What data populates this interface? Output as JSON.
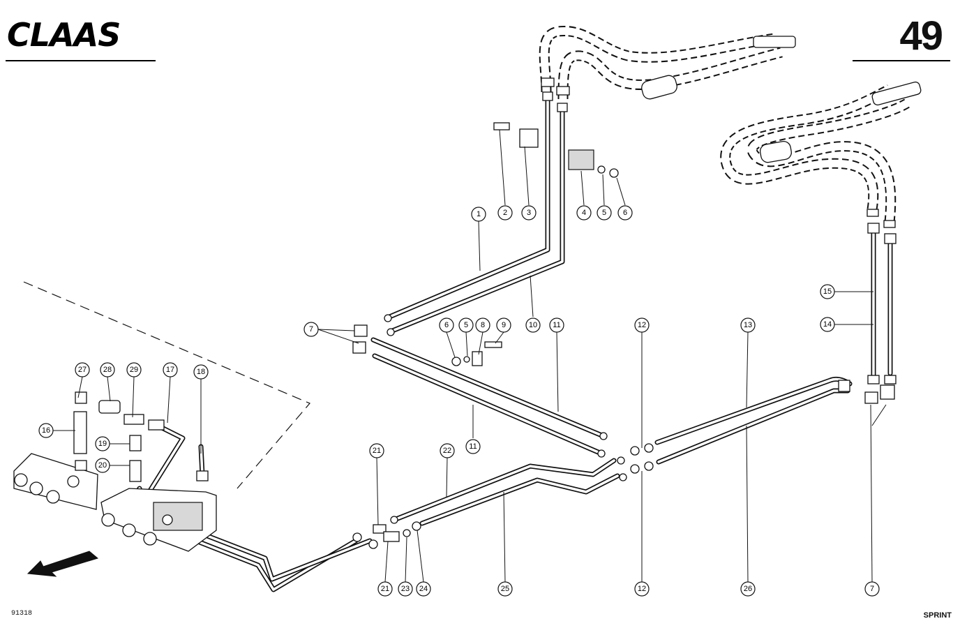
{
  "header": {
    "brand": "CLAAS",
    "page_number": "49"
  },
  "footer": {
    "drawing_number": "91318",
    "model": "SPRINT"
  },
  "callouts": [
    {
      "label": "1"
    },
    {
      "label": "2"
    },
    {
      "label": "3"
    },
    {
      "label": "4"
    },
    {
      "label": "5"
    },
    {
      "label": "6"
    },
    {
      "label": "7"
    },
    {
      "label": "6"
    },
    {
      "label": "5"
    },
    {
      "label": "8"
    },
    {
      "label": "9"
    },
    {
      "label": "10"
    },
    {
      "label": "11"
    },
    {
      "label": "12"
    },
    {
      "label": "13"
    },
    {
      "label": "15"
    },
    {
      "label": "14"
    },
    {
      "label": "27"
    },
    {
      "label": "28"
    },
    {
      "label": "29"
    },
    {
      "label": "17"
    },
    {
      "label": "18"
    },
    {
      "label": "16"
    },
    {
      "label": "19"
    },
    {
      "label": "20"
    },
    {
      "label": "11"
    },
    {
      "label": "21"
    },
    {
      "label": "22"
    },
    {
      "label": "21"
    },
    {
      "label": "23"
    },
    {
      "label": "24"
    },
    {
      "label": "25"
    },
    {
      "label": "12"
    },
    {
      "label": "26"
    },
    {
      "label": "7"
    }
  ]
}
